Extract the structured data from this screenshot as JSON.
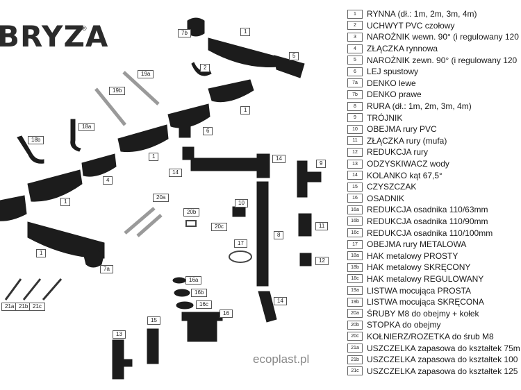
{
  "brand": {
    "logo_text": "BRYZA",
    "registered": "®"
  },
  "watermark": "ecoplast.pl",
  "legend": [
    {
      "code": "1",
      "text": "RYNNA (dł.: 1m, 2m, 3m, 4m)"
    },
    {
      "code": "2",
      "text": "UCHWYT PVC czołowy"
    },
    {
      "code": "3",
      "text": "NAROŻNIK wewn. 90° (i regulowany 120"
    },
    {
      "code": "4",
      "text": "ZŁĄCZKA rynnowa"
    },
    {
      "code": "5",
      "text": "NAROŻNIK zewn. 90° (i regulowany 120"
    },
    {
      "code": "6",
      "text": "LEJ spustowy"
    },
    {
      "code": "7a",
      "text": "DENKO lewe"
    },
    {
      "code": "7b",
      "text": "DENKO prawe"
    },
    {
      "code": "8",
      "text": "RURA (dł.: 1m, 2m, 3m, 4m)"
    },
    {
      "code": "9",
      "text": "TRÓJNIK"
    },
    {
      "code": "10",
      "text": "OBEJMA rury PVC"
    },
    {
      "code": "11",
      "text": "ZŁĄCZKA rury (mufa)"
    },
    {
      "code": "12",
      "text": "REDUKCJA rury"
    },
    {
      "code": "13",
      "text": "ODZYSKIWACZ wody"
    },
    {
      "code": "14",
      "text": "KOLANKO kąt 67,5°"
    },
    {
      "code": "15",
      "text": "CZYSZCZAK"
    },
    {
      "code": "16",
      "text": "OSADNIK"
    },
    {
      "code": "16a",
      "text": "REDUKCJA osadnika 110/63mm"
    },
    {
      "code": "16b",
      "text": "REDUKCJA osadnika 110/90mm"
    },
    {
      "code": "16c",
      "text": "REDUKCJA osadnika 110/100mm"
    },
    {
      "code": "17",
      "text": "OBEJMA rury METALOWA"
    },
    {
      "code": "18a",
      "text": "HAK metalowy PROSTY"
    },
    {
      "code": "18b",
      "text": "HAK metalowy SKRĘCONY"
    },
    {
      "code": "18c",
      "text": "HAK metalowy REGULOWANY"
    },
    {
      "code": "19a",
      "text": "LISTWA mocująca PROSTA"
    },
    {
      "code": "19b",
      "text": "LISTWA mocująca SKRĘCONA"
    },
    {
      "code": "20a",
      "text": "ŚRUBY M8 do obejmy + kołek"
    },
    {
      "code": "20b",
      "text": "STOPKA do obejmy"
    },
    {
      "code": "20c",
      "text": "KOŁNIERZ/ROZETKA do śrub M8"
    },
    {
      "code": "21a",
      "text": "USZCZELKA zapasowa do kształtek 75m"
    },
    {
      "code": "21b",
      "text": "USZCZELKA zapasowa do kształtek 100"
    },
    {
      "code": "21c",
      "text": "USZCZELKA zapasowa do kształtek 125"
    }
  ],
  "diagram_labels": {
    "l_7b": "7b",
    "l_1a": "1",
    "l_5": "5",
    "l_2": "2",
    "l_19a": "19a",
    "l_19b": "19b",
    "l_1b": "1",
    "l_18a": "18a",
    "l_6": "6",
    "l_18b": "18b",
    "l_1c": "1",
    "l_14a": "14",
    "l_14b": "14",
    "l_9": "9",
    "l_4": "4",
    "l_1d": "1",
    "l_20a": "20a",
    "l_10": "10",
    "l_20b": "20b",
    "l_20c": "20c",
    "l_8": "8",
    "l_11": "11",
    "l_17": "17",
    "l_1e": "1",
    "l_12": "12",
    "l_7a": "7a",
    "l_16a": "16a",
    "l_16b": "16b",
    "l_16c": "16c",
    "l_14c": "14",
    "l_21a": "21a",
    "l_21b": "21b",
    "l_21c": "21c",
    "l_16": "16",
    "l_15": "15",
    "l_13": "13"
  },
  "colors": {
    "part": "#1c1c1c",
    "part_highlight": "#5a5a5a",
    "rail": "#9a9a9a"
  }
}
